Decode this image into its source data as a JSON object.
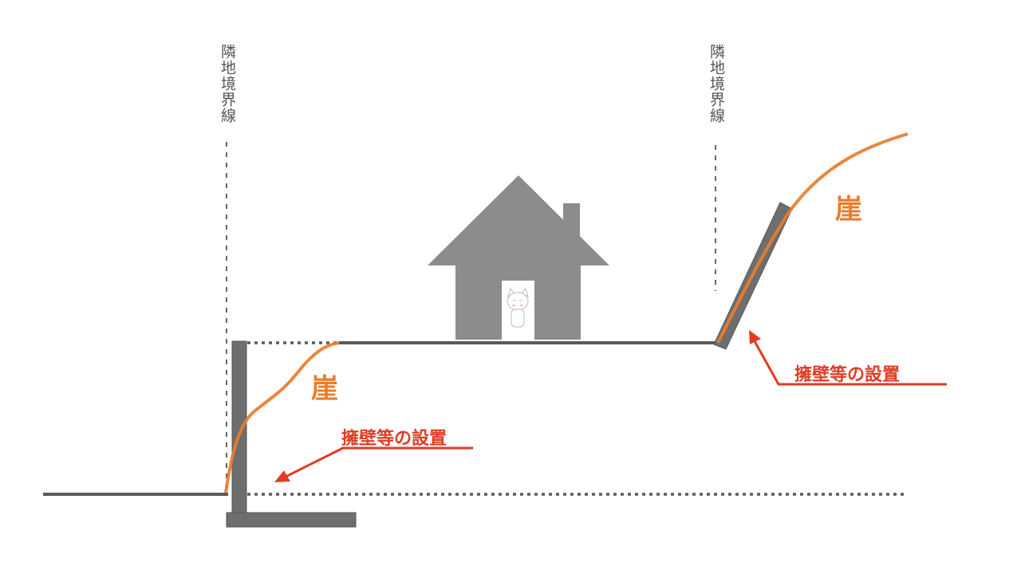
{
  "labels": {
    "boundary_left": "隣地境界線",
    "boundary_right": "隣地境界線",
    "cliff_left": "崖",
    "cliff_right": "崖",
    "wall_left": "擁壁等の設置",
    "wall_right": "擁壁等の設置"
  },
  "colors": {
    "cliff": "#e87d2c",
    "annotation": "#e03c24",
    "structure": "#6e6e6e",
    "house": "#8c8c8c"
  }
}
